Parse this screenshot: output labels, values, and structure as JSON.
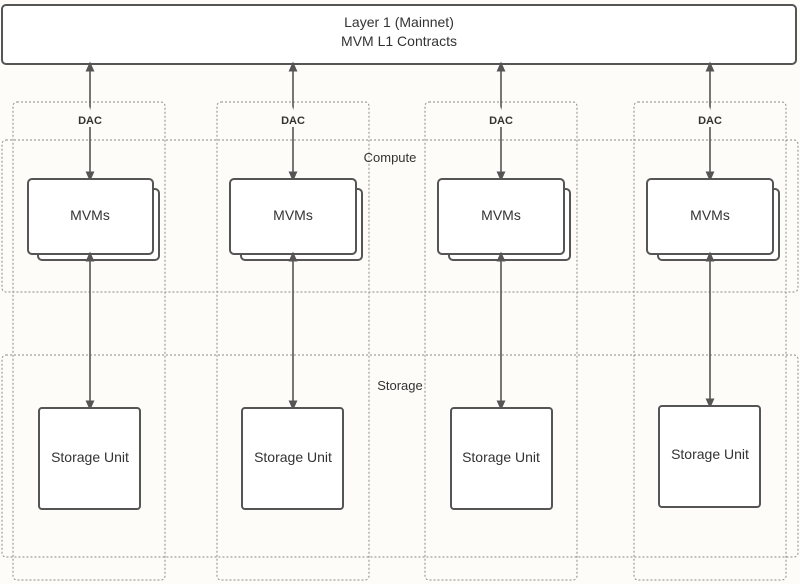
{
  "layer1": {
    "line1": "Layer 1 (Mainnet)",
    "line2": "MVM L1 Contracts"
  },
  "regions": {
    "compute": "Compute",
    "storage": "Storage"
  },
  "columns": [
    {
      "dac": "DAC",
      "mvm": "MVMs",
      "storage": "Storage Unit"
    },
    {
      "dac": "DAC",
      "mvm": "MVMs",
      "storage": "Storage Unit"
    },
    {
      "dac": "DAC",
      "mvm": "MVMs",
      "storage": "Storage Unit"
    },
    {
      "dac": "DAC",
      "mvm": "MVMs",
      "storage": "Storage Unit"
    }
  ],
  "colors": {
    "line": "#555555",
    "box_fill": "#ffffff",
    "dotted": "#8a8a8a"
  }
}
